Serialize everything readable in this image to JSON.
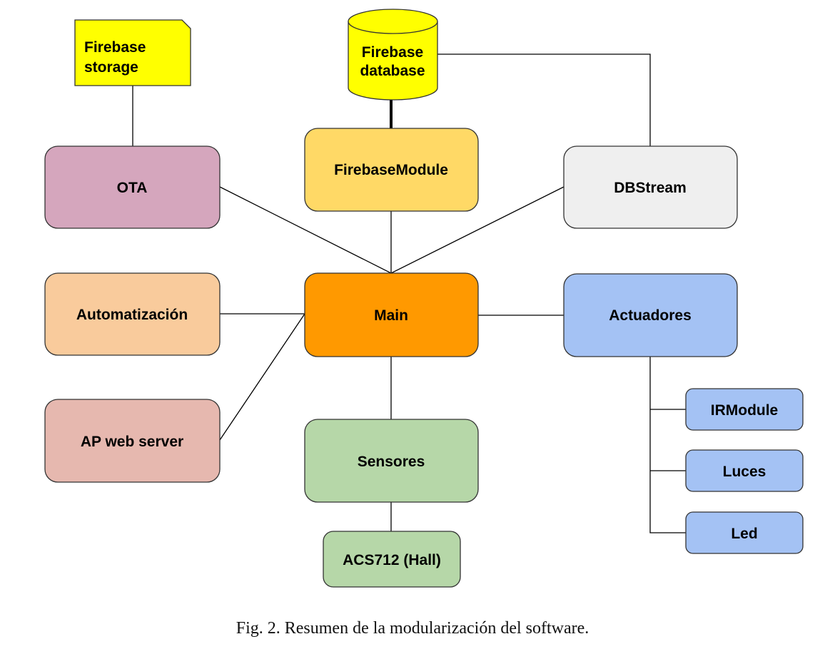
{
  "nodes": {
    "firebase_storage": {
      "lines": [
        "Firebase",
        "storage"
      ],
      "color": "#ffff00"
    },
    "firebase_database": {
      "lines": [
        "Firebase",
        "database"
      ],
      "color": "#ffff00"
    },
    "ota": {
      "label": "OTA",
      "color": "#d5a6bd"
    },
    "firebase_module": {
      "label": "FirebaseModule",
      "color": "#ffd966"
    },
    "dbstream": {
      "label": "DBStream",
      "color": "#efefef"
    },
    "automatizacion": {
      "label": "Automatización",
      "color": "#f9cb9c"
    },
    "main": {
      "label": "Main",
      "color": "#ff9900"
    },
    "actuadores": {
      "label": "Actuadores",
      "color": "#a4c2f4"
    },
    "ap_web_server": {
      "label": "AP web server",
      "color": "#e6b8af"
    },
    "sensores": {
      "label": "Sensores",
      "color": "#b6d7a8"
    },
    "acs712": {
      "label": "ACS712 (Hall)",
      "color": "#b6d7a8"
    },
    "irmodule": {
      "label": "IRModule",
      "color": "#a4c2f4"
    },
    "luces": {
      "label": "Luces",
      "color": "#a4c2f4"
    },
    "led": {
      "label": "Led",
      "color": "#a4c2f4"
    }
  },
  "caption": "Fig. 2. Resumen de la modularización del software."
}
